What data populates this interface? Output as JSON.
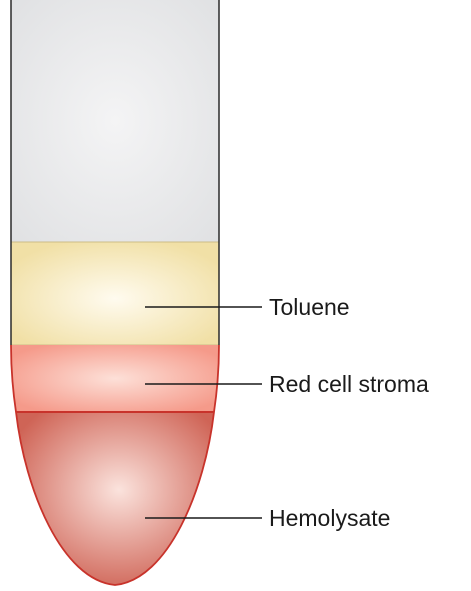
{
  "labels": {
    "toluene": "Toluene",
    "stroma": "Red cell stroma",
    "hemolysate": "Hemolysate"
  },
  "colors": {
    "tube_outline": "#2b2b2b",
    "empty_space": "#e6e7e8",
    "toluene_layer": "#f4e6b4",
    "stroma_layer": "#f6a293",
    "hemolysate_layer": "#d46a5c",
    "red_outline": "#c8332b",
    "leader_line": "#1a1a1a"
  }
}
